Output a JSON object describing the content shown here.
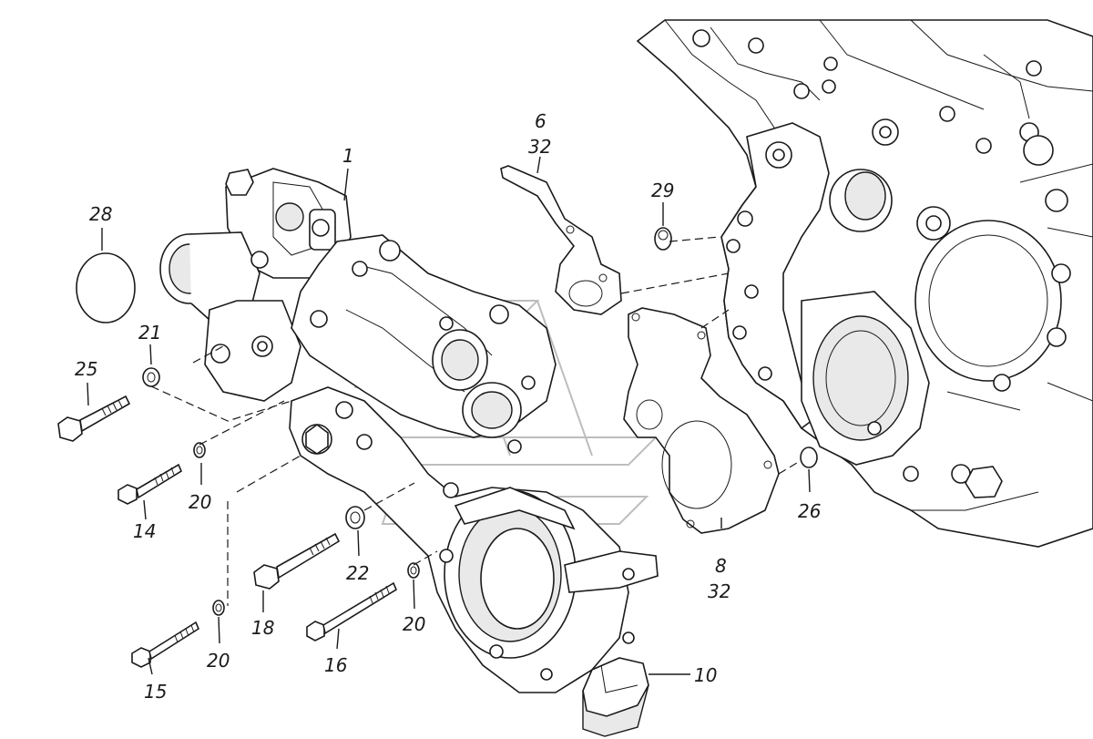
{
  "callouts": {
    "c1": "1",
    "c6": "6",
    "c32a": "32",
    "c29": "29",
    "c28": "28",
    "c21": "21",
    "c25": "25",
    "c20a": "20",
    "c14": "14",
    "c22": "22",
    "c18": "18",
    "c20b": "20",
    "c20c": "20",
    "c15": "15",
    "c16": "16",
    "c26": "26",
    "c8": "8",
    "c32b": "32",
    "c10": "10"
  }
}
